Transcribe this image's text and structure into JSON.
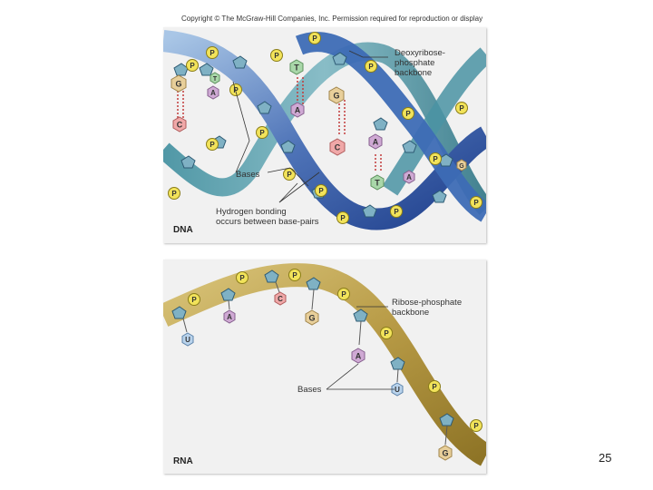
{
  "copyright": "Copyright © The McGraw-Hill Companies, Inc. Permission required for reproduction or display",
  "dna": {
    "label": "DNA",
    "backbone_label": [
      "Deoxyribose-",
      "phosphate",
      "backbone"
    ],
    "bases_label": "Bases",
    "hydrogen_label": [
      "Hydrogen bonding",
      "occurs between base-pairs"
    ],
    "phosphate": "P",
    "bases": [
      {
        "letter": "G",
        "color": "#e8cf9a",
        "stroke": "#a0844a"
      },
      {
        "letter": "C",
        "color": "#f0a8a8",
        "stroke": "#b05c5c"
      },
      {
        "letter": "A",
        "color": "#cfa9d4",
        "stroke": "#86608e"
      },
      {
        "letter": "T",
        "color": "#a9d7a9",
        "stroke": "#5c905c"
      },
      {
        "letter": "T",
        "color": "#a9d7a9",
        "stroke": "#5c905c"
      },
      {
        "letter": "A",
        "color": "#cfa9d4",
        "stroke": "#86608e"
      },
      {
        "letter": "G",
        "color": "#e8cf9a",
        "stroke": "#a0844a"
      },
      {
        "letter": "C",
        "color": "#f0a8a8",
        "stroke": "#b05c5c"
      },
      {
        "letter": "A",
        "color": "#cfa9d4",
        "stroke": "#86608e"
      },
      {
        "letter": "T",
        "color": "#a9d7a9",
        "stroke": "#5c905c"
      },
      {
        "letter": "A",
        "color": "#cfa9d4",
        "stroke": "#86608e"
      },
      {
        "letter": "G",
        "color": "#e8cf9a",
        "stroke": "#a0844a"
      }
    ]
  },
  "rna": {
    "label": "RNA",
    "backbone_label": [
      "Ribose-phosphate",
      "backbone"
    ],
    "bases_label": "Bases",
    "phosphate": "P",
    "bases": [
      {
        "letter": "U",
        "color": "#b9d3ec",
        "stroke": "#5d83aa"
      },
      {
        "letter": "A",
        "color": "#cfa9d4",
        "stroke": "#86608e"
      },
      {
        "letter": "C",
        "color": "#f0a8a8",
        "stroke": "#b05c5c"
      },
      {
        "letter": "G",
        "color": "#e8cf9a",
        "stroke": "#a0844a"
      },
      {
        "letter": "A",
        "color": "#cfa9d4",
        "stroke": "#86608e"
      },
      {
        "letter": "U",
        "color": "#b9d3ec",
        "stroke": "#5d83aa"
      },
      {
        "letter": "G",
        "color": "#e8cf9a",
        "stroke": "#a0844a"
      }
    ]
  },
  "page_number": "25"
}
